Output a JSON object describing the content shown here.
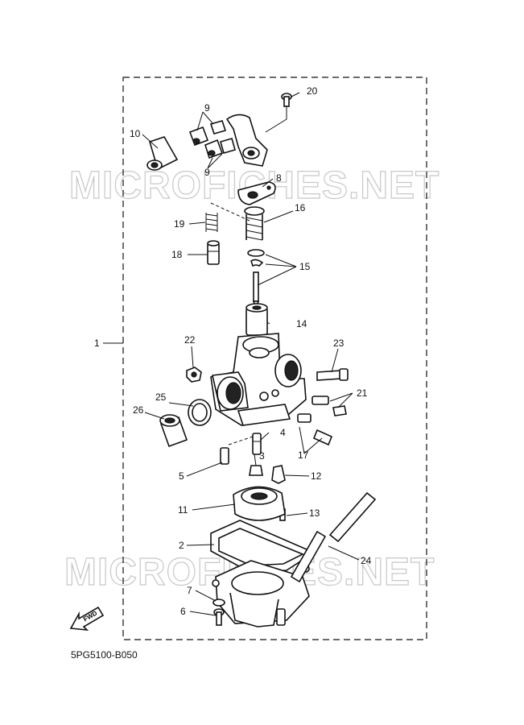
{
  "diagram": {
    "reference_code": "5PG5100-B050",
    "watermark": "MICROFICHES.NET",
    "fwd_label": "FWD",
    "callouts": [
      "1",
      "2",
      "3",
      "4",
      "5",
      "6",
      "7",
      "8",
      "9",
      "9",
      "10",
      "11",
      "12",
      "13",
      "14",
      "15",
      "16",
      "17",
      "18",
      "19",
      "20",
      "21",
      "22",
      "23",
      "24",
      "25",
      "26"
    ]
  }
}
